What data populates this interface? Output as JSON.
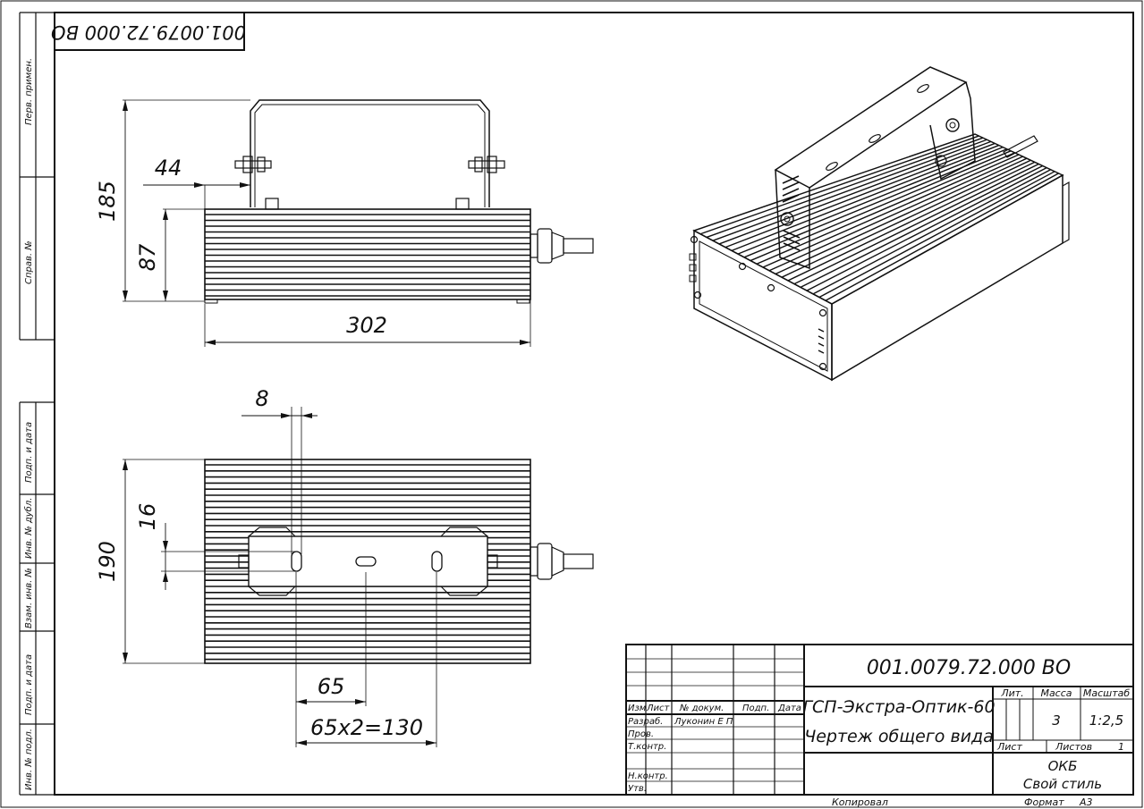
{
  "stamp_code": "001.0079.72.000 ВО",
  "side_labels": [
    "Перв. примен.",
    "Справ. №",
    "Подп. и дата",
    "Инв. № дубл.",
    "Взам. инв. №",
    "Подп. и дата",
    "Инв. № подл."
  ],
  "dimensions": {
    "bracket_offset": "44",
    "total_height": "185",
    "body_height": "87",
    "length": "302",
    "slot_width": "8",
    "slot_height": "16",
    "width": "190",
    "pitch": "65",
    "pitch_total": "65х2=130"
  },
  "title_block": {
    "code": "001.0079.72.000 ВО",
    "name_line1": "ГСП-Экстра-Оптик-60",
    "name_line2": "Чертеж общего вида",
    "col_izm": "Изм",
    "col_list": "Лист",
    "col_doc": "№ докум.",
    "col_sign": "Подп.",
    "col_date": "Дата",
    "row_razrab": "Разраб.",
    "razrab_name": "Луконин Е П",
    "row_prov": "Пров.",
    "row_tkontr": "Т.контр.",
    "row_nkontr": "Н.контр.",
    "row_utv": "Утв.",
    "lit": "Лит.",
    "massa": "Масса",
    "masshtab": "Масштаб",
    "massa_value": "3",
    "scale_value": "1:2,5",
    "sheet": "Лист",
    "sheets": "Листов",
    "sheets_value": "1",
    "org1": "ОКБ",
    "org2": "Свой стиль",
    "copied": "Копировал",
    "format_label": "Формат",
    "format_value": "А3"
  }
}
